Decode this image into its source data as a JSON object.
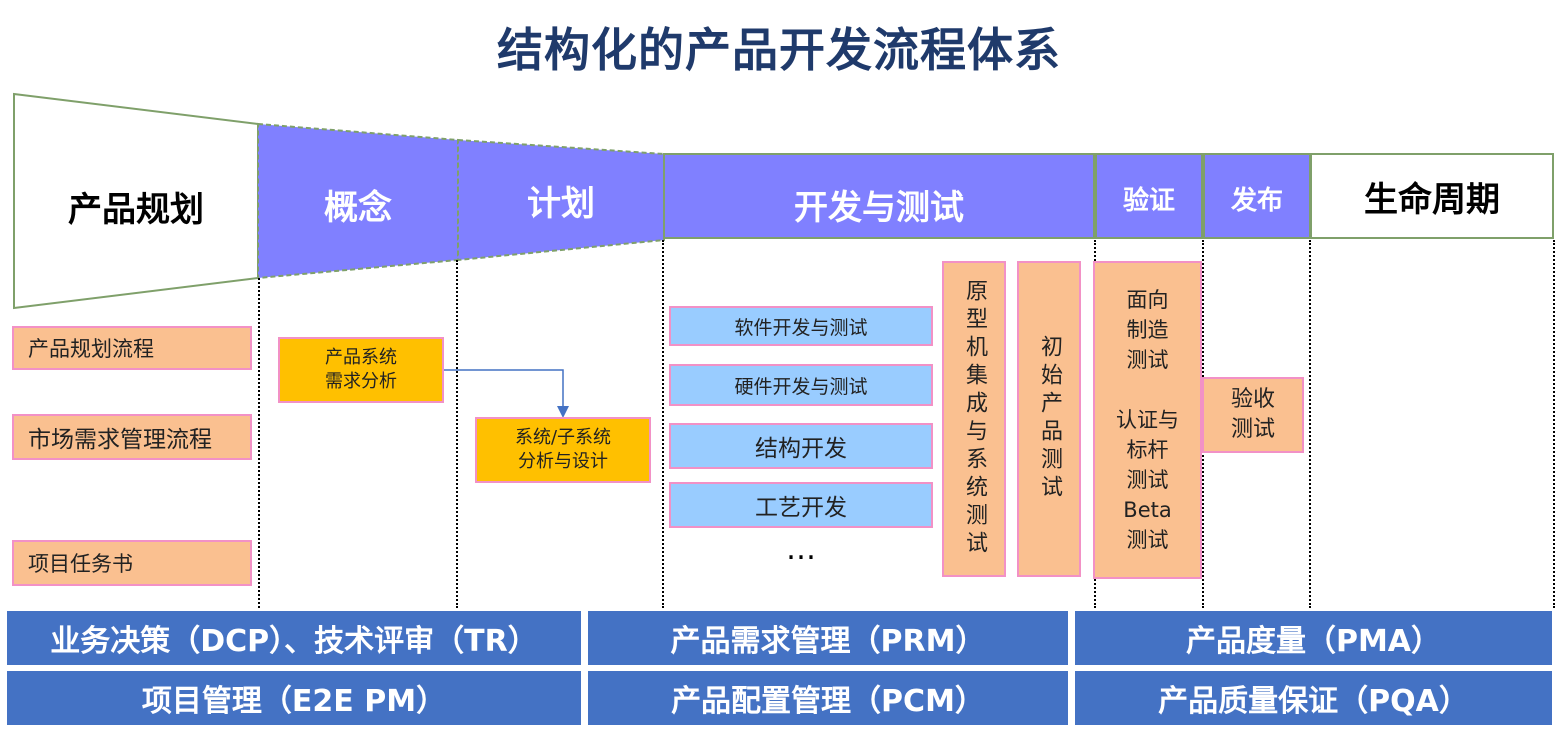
{
  "title": "结构化的产品开发流程体系",
  "phases": {
    "planning": "产品规划",
    "concept": "概念",
    "plan": "计划",
    "dev_test": "开发与测试",
    "verify": "验证",
    "release": "发布",
    "lifecycle": "生命周期"
  },
  "planning_items": [
    "产品规划流程",
    "市场需求管理流程",
    "项目任务书"
  ],
  "concept_box": "产品系统\n需求分析",
  "plan_box": "系统/子系统\n分析与设计",
  "dev_tasks": [
    "软件开发与测试",
    "硬件开发与测试",
    "结构开发",
    "工艺开发"
  ],
  "dev_more": "…",
  "prototype_test": "原型机集成与系统测试",
  "initial_test": "初始产品测试",
  "verify_box": "面向\n制造\n测试\n\n认证与\n标杆\n测试\nBeta\n测试",
  "acceptance_box": "验收\n测试",
  "bottom_bars": {
    "dcp_tr": "业务决策（DCP）、技术评审（TR）",
    "prm": "产品需求管理（PRM）",
    "pma": "产品度量（PMA）",
    "e2e_pm": "项目管理（E2E PM）",
    "pcm": "产品配置管理（PCM）",
    "pqa": "产品质量保证（PQA）"
  },
  "colors": {
    "title": "#1F3A6B",
    "phase_fill": "#8080FF",
    "orange": "#FAC090",
    "yellow": "#FFC000",
    "light_blue": "#99CCFF",
    "pink_border": "#F291C6",
    "bar_blue": "#4472C4"
  }
}
